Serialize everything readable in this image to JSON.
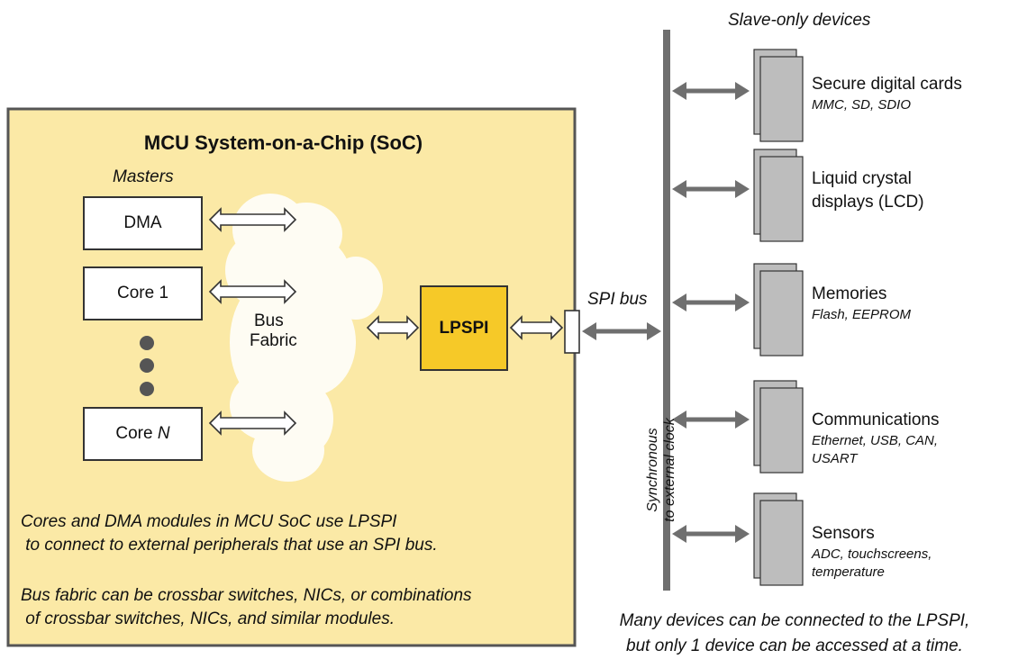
{
  "soc": {
    "title": "MCU System-on-a-Chip (SoC)",
    "masters_label": "Masters",
    "masters": [
      {
        "name": "DMA",
        "suffix": ""
      },
      {
        "name": "Core 1",
        "suffix": ""
      },
      {
        "name": "Core ",
        "suffix": "N"
      }
    ],
    "bus_fabric": [
      "Bus",
      "Fabric"
    ],
    "lpspi": "LPSPI",
    "notes": [
      [
        "Cores and DMA modules in MCU SoC use LPSPI",
        " to connect to external peripherals that use an SPI bus."
      ],
      [
        "Bus fabric can be crossbar switches, NICs, or combinations",
        " of crossbar switches, NICs, and similar modules."
      ]
    ]
  },
  "bus": {
    "label": "SPI bus",
    "clock_label": [
      "Synchronous",
      "to external clock"
    ]
  },
  "devices_header": "Slave-only devices",
  "devices": [
    {
      "name": [
        "Secure digital cards"
      ],
      "detail": [
        "MMC, SD, SDIO"
      ]
    },
    {
      "name": [
        "Liquid crystal",
        "displays (LCD)"
      ],
      "detail": []
    },
    {
      "name": [
        "Memories"
      ],
      "detail": [
        "Flash, EEPROM"
      ]
    },
    {
      "name": [
        "Communications"
      ],
      "detail": [
        "Ethernet, USB, CAN,",
        "USART"
      ]
    },
    {
      "name": [
        "Sensors"
      ],
      "detail": [
        "ADC, touchscreens,",
        "temperature"
      ]
    }
  ],
  "footer": [
    "Many devices can be connected to the LPSPI,",
    "but only 1 device can be accessed at a time."
  ],
  "colors": {
    "soc_fill": "#fbe9a6",
    "lpspi_fill": "#f6c928",
    "cloud_fill": "#fefcf3",
    "bus_line": "#6f6f6f",
    "device_fill": "#bdbdbd"
  }
}
